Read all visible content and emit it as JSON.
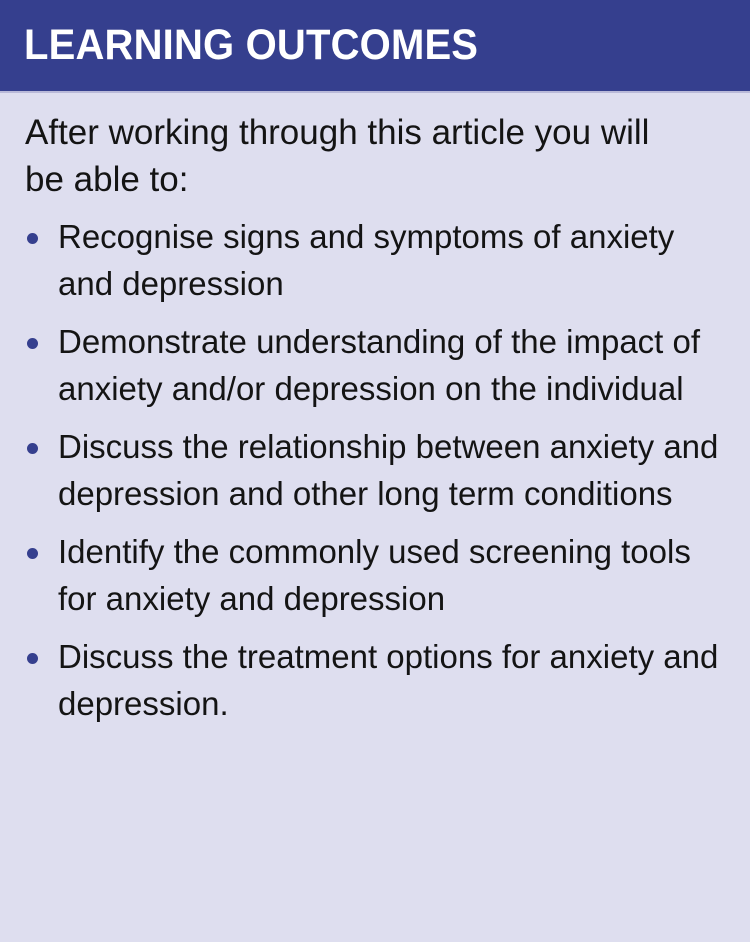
{
  "panel": {
    "title": "LEARNING OUTCOMES",
    "intro": "After working through this article you will be able to:",
    "colors": {
      "header_background": "#353f8e",
      "header_text": "#ffffff",
      "body_background": "#dedeef",
      "body_text": "#141414",
      "bullet": "#353f8e",
      "header_rule": "#b9b9d8"
    },
    "outcomes": [
      {
        "text": "Recognise signs and symptoms of anxiety and depression"
      },
      {
        "text": "Demonstrate understanding of the impact of anxiety and/or depression on the individual"
      },
      {
        "text": "Discuss the relationship between anxiety and depression and other long term conditions"
      },
      {
        "text": "Identify the commonly used screening tools for anxiety and depression"
      },
      {
        "text": "Discuss the treatment options for anxiety and depression."
      }
    ]
  }
}
